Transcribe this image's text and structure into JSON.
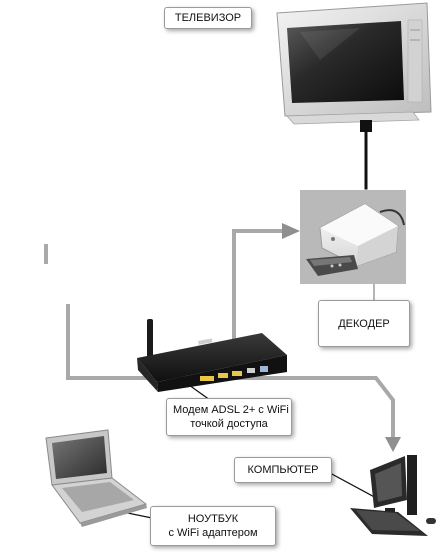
{
  "labels": {
    "tv": "ТЕЛЕВИЗОР",
    "decoder": "ДЕКОДЕР",
    "modem_line1": "Модем ADSL 2+ с WiFi",
    "modem_line2": "точкой доступа",
    "computer": "КОМПЬЮТЕР",
    "laptop_line1": "НОУТБУК",
    "laptop_line2": "с WiFi адаптером"
  },
  "colors": {
    "cable": "#a9a9a9",
    "tv_cable": "#111111",
    "arrow": "#8f8f8f",
    "device_dark": "#1e1e1e",
    "decoder_bg": "#b9b9b9"
  },
  "icons": [
    "television-icon",
    "decoder-icon",
    "remote-icon",
    "modem-icon",
    "antenna-icon",
    "laptop-icon",
    "computer-icon"
  ]
}
